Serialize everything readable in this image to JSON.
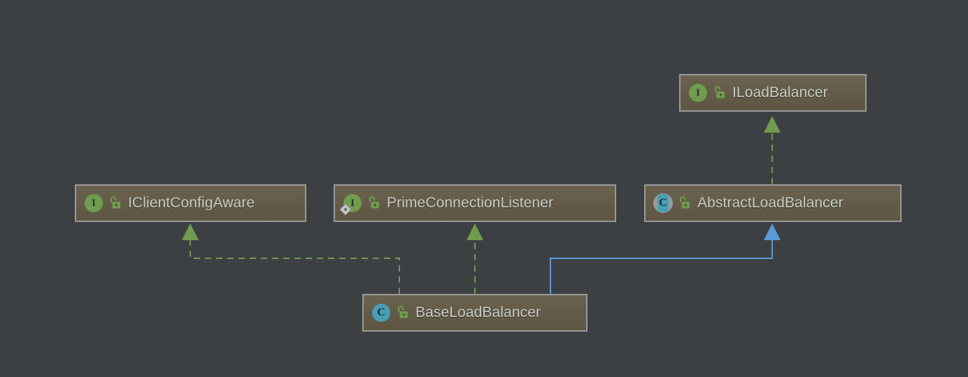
{
  "diagram": {
    "kind": "uml-class-hierarchy",
    "background_color": "#3c4043",
    "node_fill_color": "#635b48",
    "node_border_color": "#9a9a9a",
    "label_color": "#c9ccc5",
    "interface_icon_color": "#6f9c4e",
    "class_icon_color": "#47a0b5",
    "lock_icon_color": "#6f9c4e",
    "realization_edge_color": "#6f9c4e",
    "generalization_edge_color": "#5b9bd5",
    "nodes": [
      {
        "id": "iloadbalancer",
        "label": "ILoadBalancer",
        "stereotype": "interface",
        "type_icon": "interface-icon",
        "visibility_icon": "unlocked-padlock-icon",
        "visibility": "public",
        "abstract": false,
        "generic_badge": false
      },
      {
        "id": "iclientconfigaware",
        "label": "IClientConfigAware",
        "stereotype": "interface",
        "type_icon": "interface-icon",
        "visibility_icon": "unlocked-padlock-icon",
        "visibility": "public",
        "abstract": false,
        "generic_badge": false
      },
      {
        "id": "primeconnectionlistener",
        "label": "PrimeConnectionListener",
        "stereotype": "interface",
        "type_icon": "interface-icon",
        "visibility_icon": "unlocked-padlock-icon",
        "visibility": "public",
        "abstract": false,
        "generic_badge": true,
        "badge_icon": "diamond-badge-icon"
      },
      {
        "id": "abstractloadbalancer",
        "label": "AbstractLoadBalancer",
        "stereotype": "class",
        "type_icon": "abstract-class-icon",
        "visibility_icon": "unlocked-padlock-icon",
        "visibility": "public",
        "abstract": true,
        "generic_badge": false
      },
      {
        "id": "baseloadbalancer",
        "label": "BaseLoadBalancer",
        "stereotype": "class",
        "type_icon": "class-icon",
        "visibility_icon": "unlocked-padlock-icon",
        "visibility": "public",
        "abstract": false,
        "generic_badge": false
      }
    ],
    "edges": [
      {
        "id": "edge-abstract-implements-iloadbalancer",
        "from": "abstractloadbalancer",
        "to": "iloadbalancer",
        "relation": "realization",
        "line_style": "dashed",
        "arrow": "hollow-triangle-filled-green",
        "color": "#6f9c4e"
      },
      {
        "id": "edge-base-implements-iclientconfigaware",
        "from": "baseloadbalancer",
        "to": "iclientconfigaware",
        "relation": "realization",
        "line_style": "dashed",
        "arrow": "triangle",
        "color": "#6f9c4e"
      },
      {
        "id": "edge-base-implements-primeconnectionlistener",
        "from": "baseloadbalancer",
        "to": "primeconnectionlistener",
        "relation": "realization",
        "line_style": "dashed",
        "arrow": "triangle",
        "color": "#6f9c4e"
      },
      {
        "id": "edge-base-extends-abstractloadbalancer",
        "from": "baseloadbalancer",
        "to": "abstractloadbalancer",
        "relation": "generalization",
        "line_style": "solid",
        "arrow": "triangle",
        "color": "#5b9bd5"
      }
    ]
  }
}
